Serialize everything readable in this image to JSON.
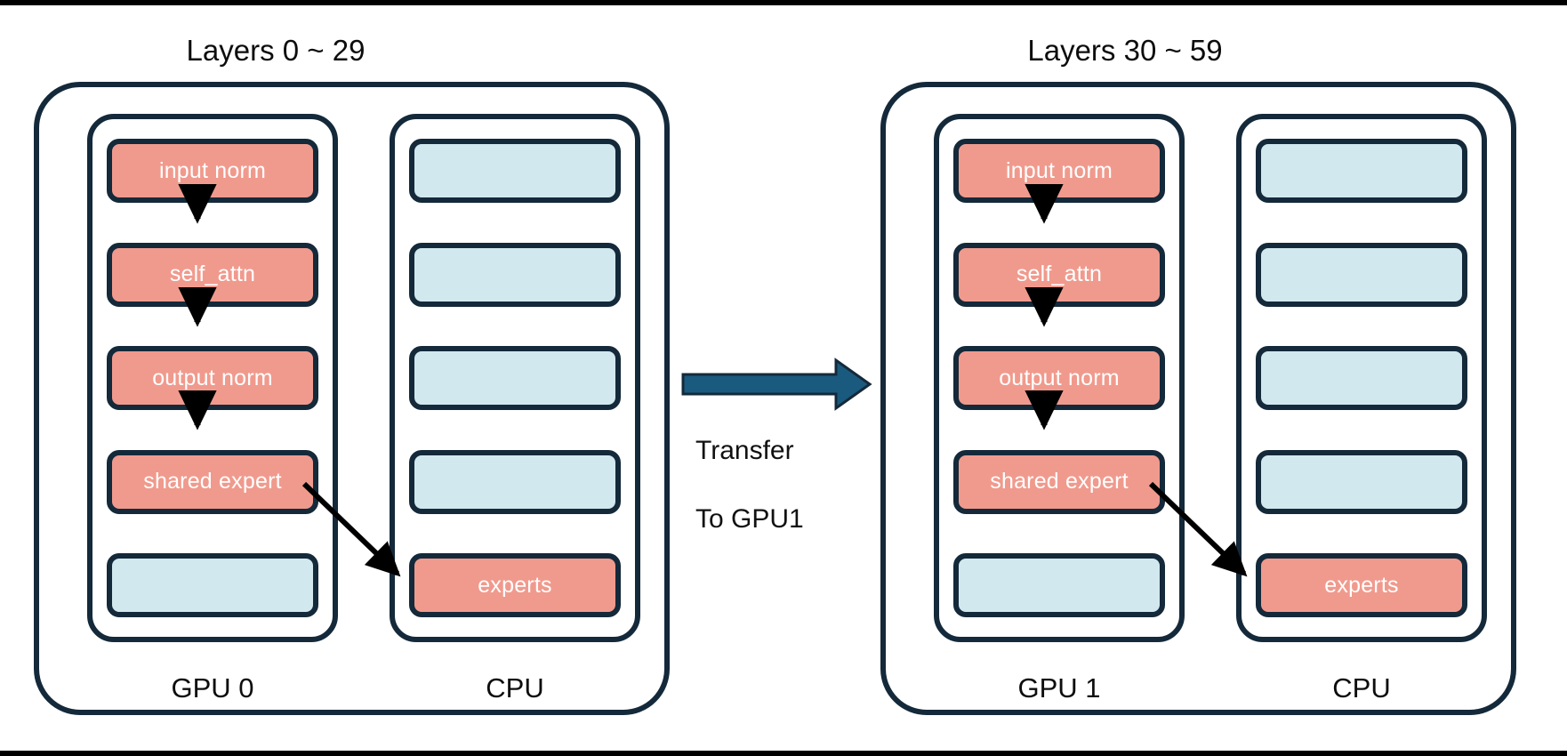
{
  "figure": {
    "background_color": "#ffffff",
    "colors": {
      "outline": "#14293a",
      "active_block": "#f09a8d",
      "inactive_block": "#d2e8ef",
      "transfer_arrow": "#1a5a7e",
      "flow_arrow": "#000000",
      "text_on_block": "#ffffff",
      "text_label": "#0d0d0d"
    }
  },
  "panels": [
    {
      "id": "left",
      "title": "Layers 0 ~ 29",
      "gpu": {
        "label": "GPU 0",
        "blocks": [
          {
            "label": "input norm",
            "state": "active"
          },
          {
            "label": "self_attn",
            "state": "active"
          },
          {
            "label": "output norm",
            "state": "active"
          },
          {
            "label": "shared expert",
            "state": "active"
          },
          {
            "label": "",
            "state": "inactive"
          }
        ]
      },
      "cpu": {
        "label": "CPU",
        "blocks": [
          {
            "label": "",
            "state": "inactive"
          },
          {
            "label": "",
            "state": "inactive"
          },
          {
            "label": "",
            "state": "inactive"
          },
          {
            "label": "",
            "state": "inactive"
          },
          {
            "label": "experts",
            "state": "active"
          }
        ]
      }
    },
    {
      "id": "right",
      "title": "Layers 30 ~ 59",
      "gpu": {
        "label": "GPU 1",
        "blocks": [
          {
            "label": "input norm",
            "state": "active"
          },
          {
            "label": "self_attn",
            "state": "active"
          },
          {
            "label": "output norm",
            "state": "active"
          },
          {
            "label": "shared expert",
            "state": "active"
          },
          {
            "label": "",
            "state": "inactive"
          }
        ]
      },
      "cpu": {
        "label": "CPU",
        "blocks": [
          {
            "label": "",
            "state": "inactive"
          },
          {
            "label": "",
            "state": "inactive"
          },
          {
            "label": "",
            "state": "inactive"
          },
          {
            "label": "",
            "state": "inactive"
          },
          {
            "label": "experts",
            "state": "active"
          }
        ]
      }
    }
  ],
  "transfer": {
    "label": "Transfer\nTo GPU1",
    "line1": "Transfer",
    "line2": "To GPU1"
  }
}
